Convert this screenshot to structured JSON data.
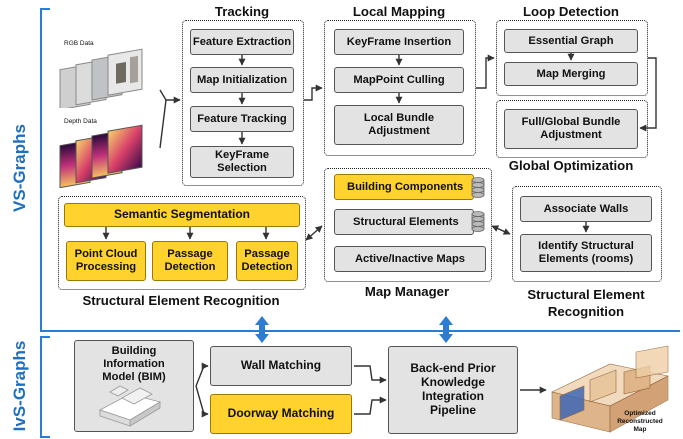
{
  "side_labels": {
    "top": "VS-Graphs",
    "bottom": "IvS-Graphs"
  },
  "input": {
    "rgb_label": "RGB Data",
    "depth_label": "Depth Data"
  },
  "tracking": {
    "title": "Tracking",
    "steps": [
      "Feature Extraction",
      "Map Initialization",
      "Feature Tracking",
      "KeyFrame Selection"
    ]
  },
  "local_mapping": {
    "title": "Local Mapping",
    "steps": [
      "KeyFrame Insertion",
      "MapPoint Culling",
      "Local Bundle Adjustment"
    ]
  },
  "loop_detection": {
    "title": "Loop Detection",
    "steps": [
      "Essential Graph",
      "Map Merging"
    ]
  },
  "global_optimization": {
    "title": "Global Optimization",
    "steps": [
      "Full/Global Bundle Adjustment"
    ]
  },
  "map_manager": {
    "title": "Map Manager",
    "items": [
      "Building Components",
      "Structural Elements",
      "Active/Inactive Maps"
    ]
  },
  "structural_left": {
    "title": "Structural Element Recognition",
    "segmentation": "Semantic Segmentation",
    "children": [
      "Point Cloud Processing",
      "Passage Detection",
      "Passage Detection"
    ]
  },
  "structural_right": {
    "title": "Structural Element Recognition",
    "steps": [
      "Associate Walls",
      "Identify Structural Elements (rooms)"
    ]
  },
  "bim": {
    "label": "Building Information Model (BIM)"
  },
  "wall_matching": "Wall Matching",
  "doorway_matching": "Doorway Matching",
  "backend": "Back-end Prior Knowledge Integration Pipeline",
  "output": {
    "label": "Optimized Reconstructed Map"
  },
  "colors": {
    "accent_blue": "#2b7cd3",
    "yellow": "#ffd22e",
    "gray_box": "#e3e3e3"
  }
}
